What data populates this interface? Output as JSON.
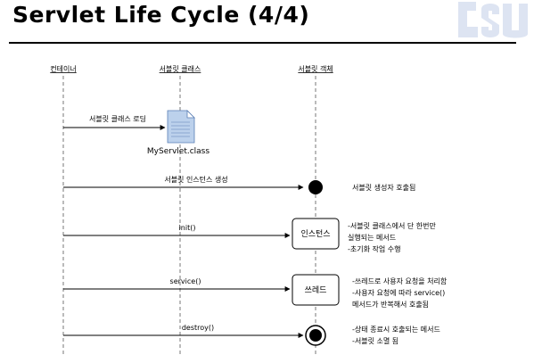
{
  "title": "Servlet Life Cycle (4/4)",
  "colors": {
    "logo": "#dde4f2",
    "lifeline": "#777777",
    "file_icon": "#bcd1ec"
  },
  "lifelines": {
    "container": "컨테이너",
    "servlet_class": "서블릿 클래스",
    "servlet_object": "서블릿 객체"
  },
  "messages": {
    "load_class": "서블릿 클래스 로딩",
    "file_name": "MyServlet.class",
    "create_instance": "서블릿 인스턴스 생성",
    "init": "init()",
    "service": "service()",
    "destroy": "destroy()"
  },
  "boxes": {
    "instance": "인스턴스",
    "thread": "쓰레드"
  },
  "notes": {
    "constructor": "서블릿 생성자 호출됨",
    "init": [
      "-서블릿 클래스에서 단 한번만",
      "실행되는 메서드",
      "-초기화 작업 수행"
    ],
    "service": [
      "-쓰레드로 사용자 요청을 처리함",
      "-사용자 요청에 따라 service()",
      "메서드가 반복해서 호출됨"
    ],
    "destroy": [
      "-상태 종료시 호출되는 메서드",
      "-서블릿 소멸 됨"
    ]
  }
}
